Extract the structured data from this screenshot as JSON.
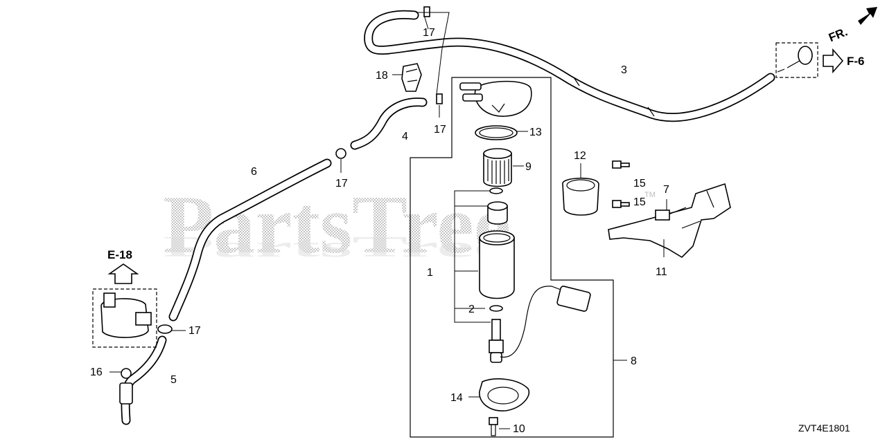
{
  "watermark": {
    "text": "PartsTree",
    "trademark": "TM"
  },
  "drawing_code": "ZVT4E1801",
  "references": {
    "front": "FR.",
    "f6": "F-6",
    "e18": "E-18"
  },
  "callouts": {
    "c1": "1",
    "c2": "2",
    "c3": "3",
    "c4": "4",
    "c5": "5",
    "c6": "6",
    "c7": "7",
    "c8": "8",
    "c9": "9",
    "c10": "10",
    "c11": "11",
    "c12": "12",
    "c13": "13",
    "c14": "14",
    "c15a": "15",
    "c15b": "15",
    "c16": "16",
    "c17a": "17",
    "c17b": "17",
    "c17c": "17",
    "c17d": "17",
    "c18": "18"
  }
}
